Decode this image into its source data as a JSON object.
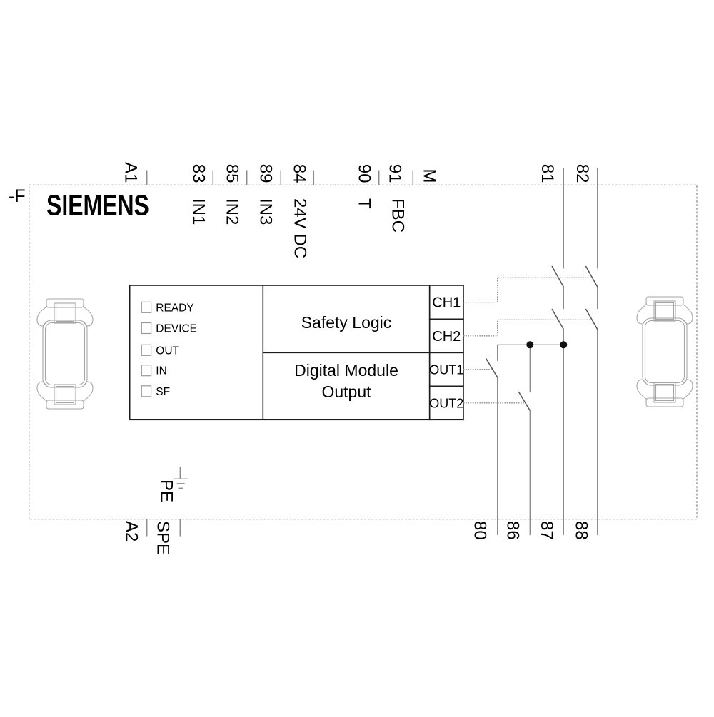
{
  "schematic": {
    "reference_designator": "-F",
    "brand": "SIEMENS",
    "top_terminals": [
      "A1",
      "83",
      "85",
      "89",
      "84",
      "90",
      "91",
      "M",
      "81",
      "82"
    ],
    "signal_labels": {
      "in1": "IN1",
      "in2": "IN2",
      "in3": "IN3",
      "supply": "24V DC",
      "test": "T",
      "feedback": "FBC"
    },
    "status_leds": [
      "READY",
      "DEVICE",
      "OUT",
      "IN",
      "SF"
    ],
    "blocks": {
      "safety_logic": "Safety Logic",
      "digital_output_line1": "Digital Module",
      "digital_output_line2": "Output"
    },
    "internal_terminals": [
      "CH1",
      "CH2",
      "OUT1",
      "OUT2"
    ],
    "earth_label": "PE",
    "bottom_terminals": [
      "A2",
      "SPE",
      "80",
      "86",
      "87",
      "88"
    ],
    "colors": {
      "background": "#ffffff",
      "text": "#000000",
      "wire": "#8c8c8c",
      "contact": "#555555",
      "block_outline": "#1c1c1c",
      "clip_outline": "#a6a6a6"
    }
  }
}
